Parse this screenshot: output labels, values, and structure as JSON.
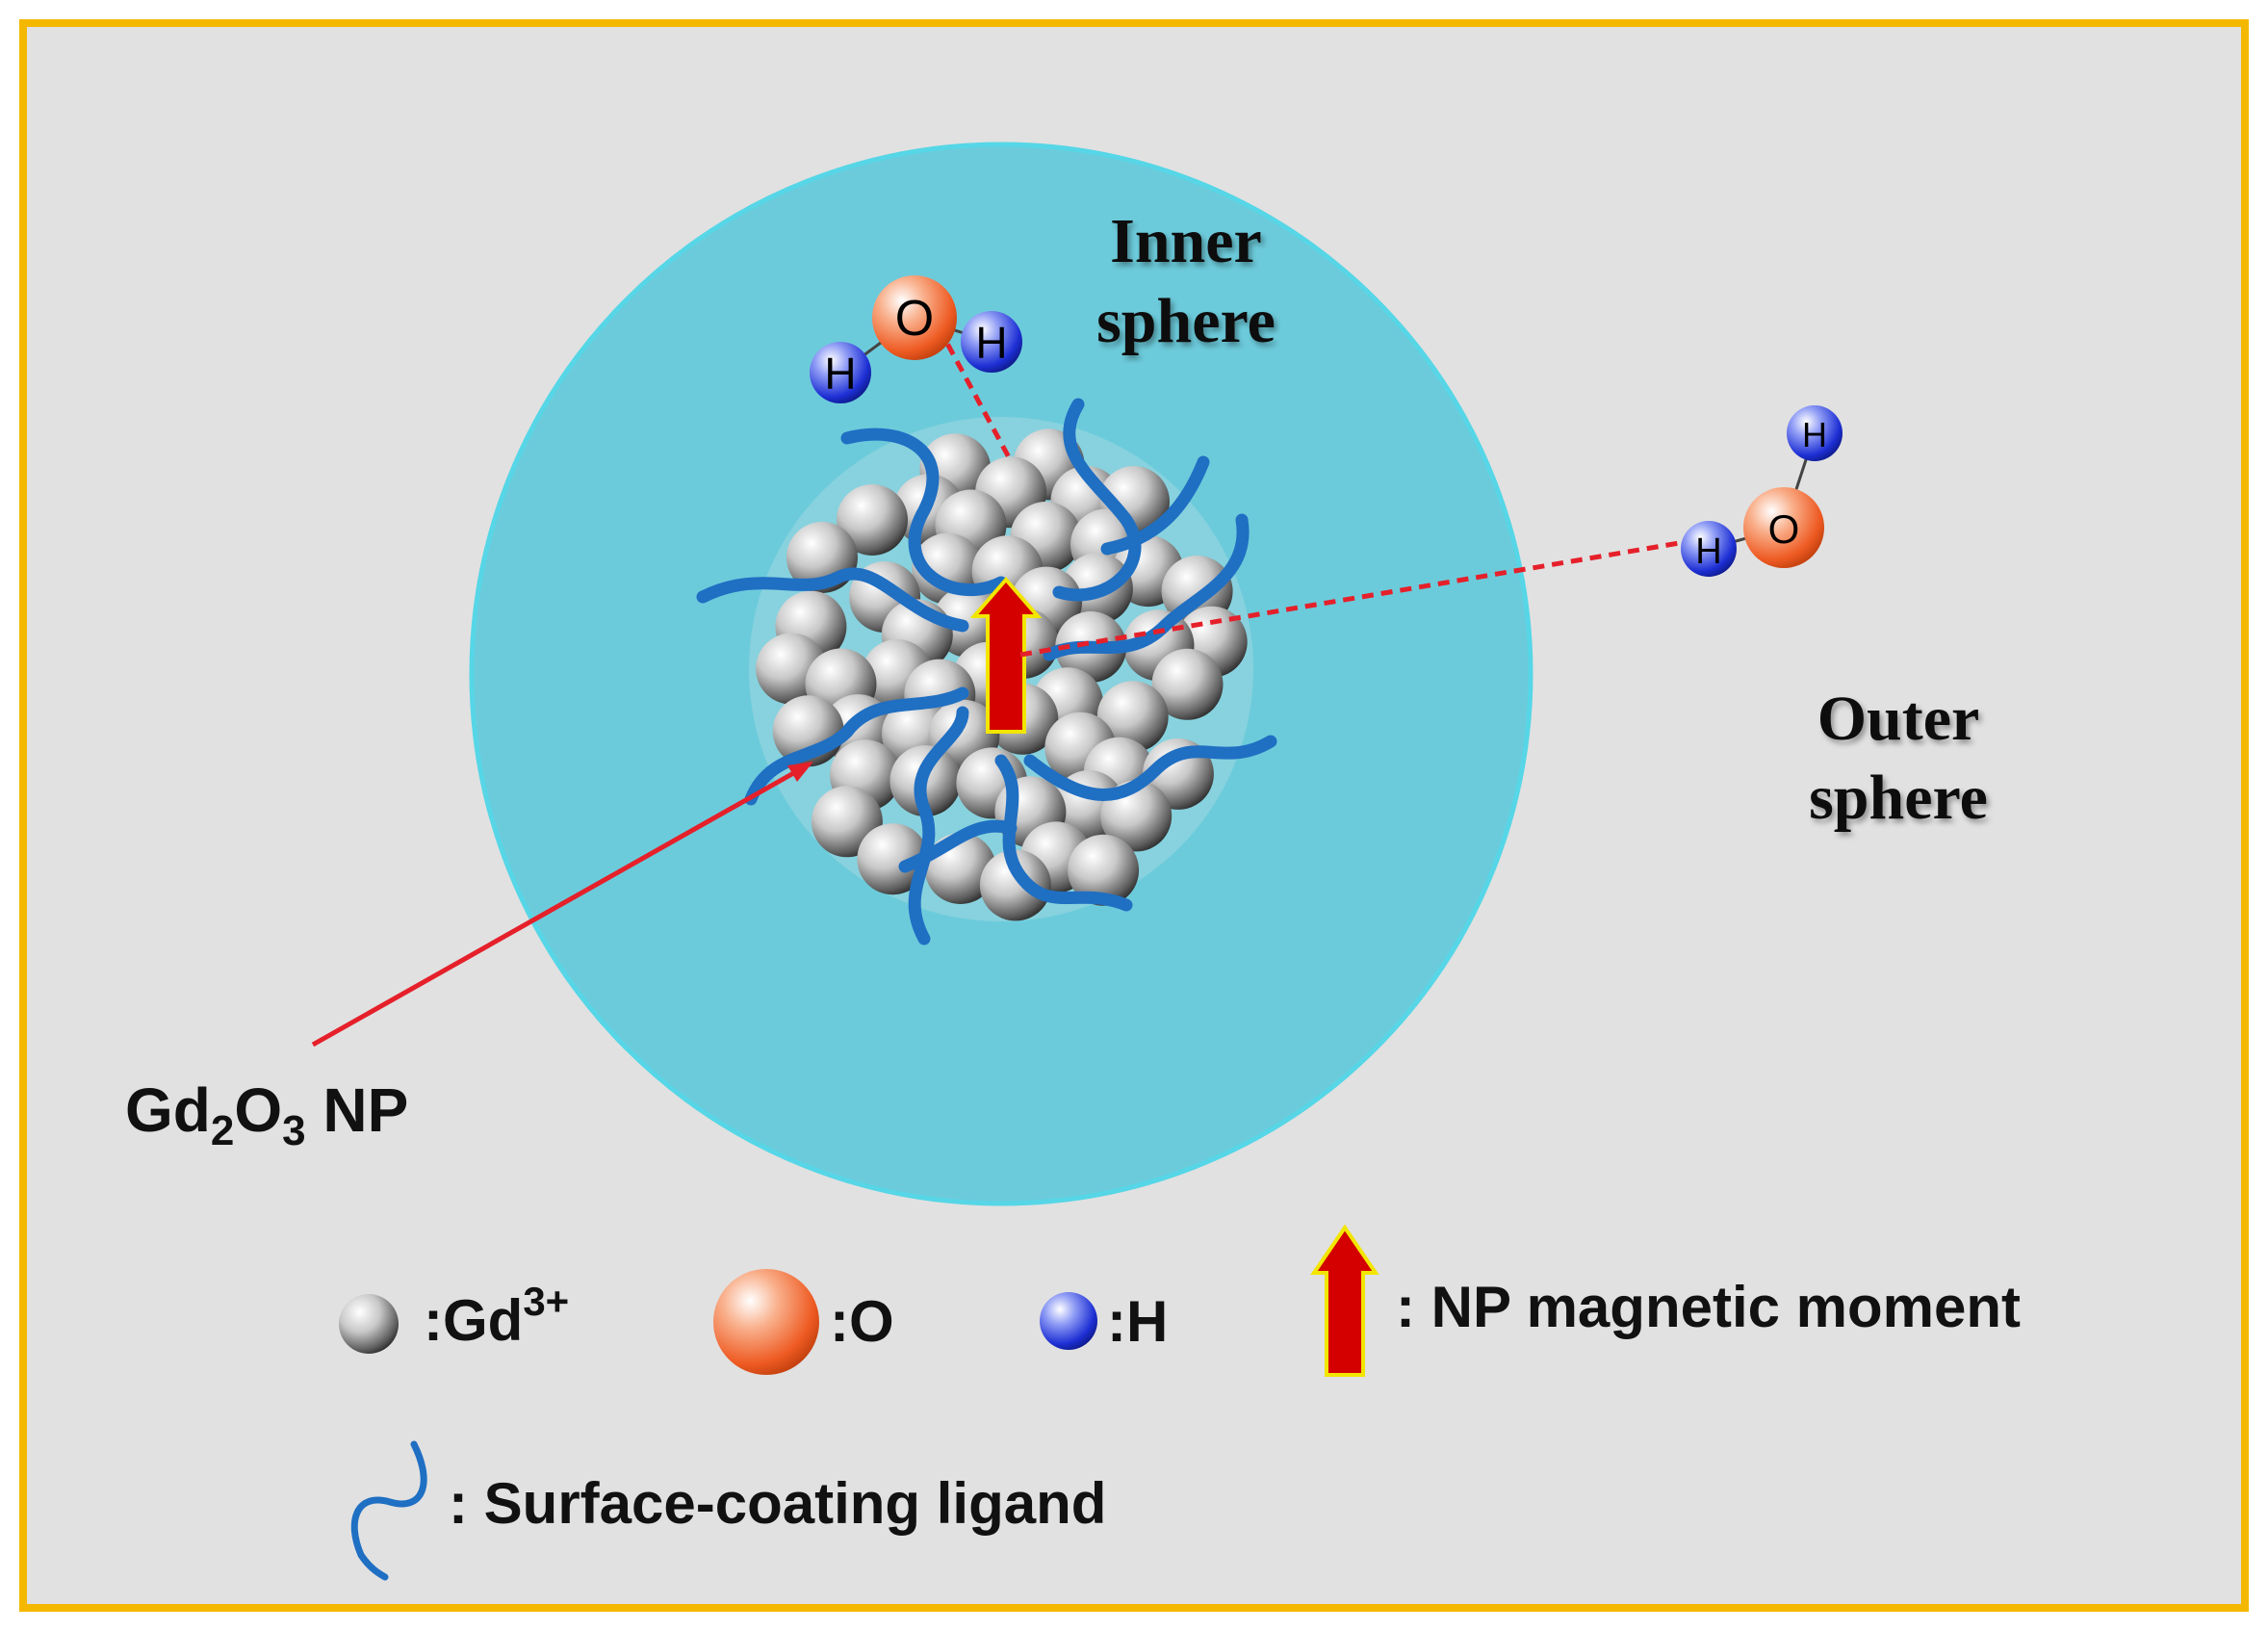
{
  "labels": {
    "inner_sphere": [
      "Inner",
      "sphere"
    ],
    "outer_sphere": [
      "Outer",
      "sphere"
    ],
    "nanoparticle": {
      "base1": "Gd",
      "sub1": "2",
      "base2": "O",
      "sub2": "3",
      "suffix": " NP"
    }
  },
  "atoms": {
    "oxygen": "O",
    "hydrogen": "H"
  },
  "legend": {
    "gd": {
      "prefix": ":Gd",
      "sup": "3+"
    },
    "oxygen": ":O",
    "hydrogen": ":H",
    "moment": ": NP magnetic moment",
    "ligand": ": Surface-coating ligand"
  },
  "colors": {
    "background": "#e1e1e1",
    "frame": "#f5b800",
    "inner_sphere": "#6ccbdb",
    "inner_sphere_edge": "#56d6e6",
    "ligand": "#1f6fc3",
    "bond_dashed": "#e5202a",
    "pointer": "#e5202a",
    "arrow": "#d40000",
    "arrow_edge": "#f2e600",
    "oxygen_atom": "#f06b38",
    "hydrogen_atom": "#2233d6",
    "gd_atom": "#8a8a8a"
  }
}
